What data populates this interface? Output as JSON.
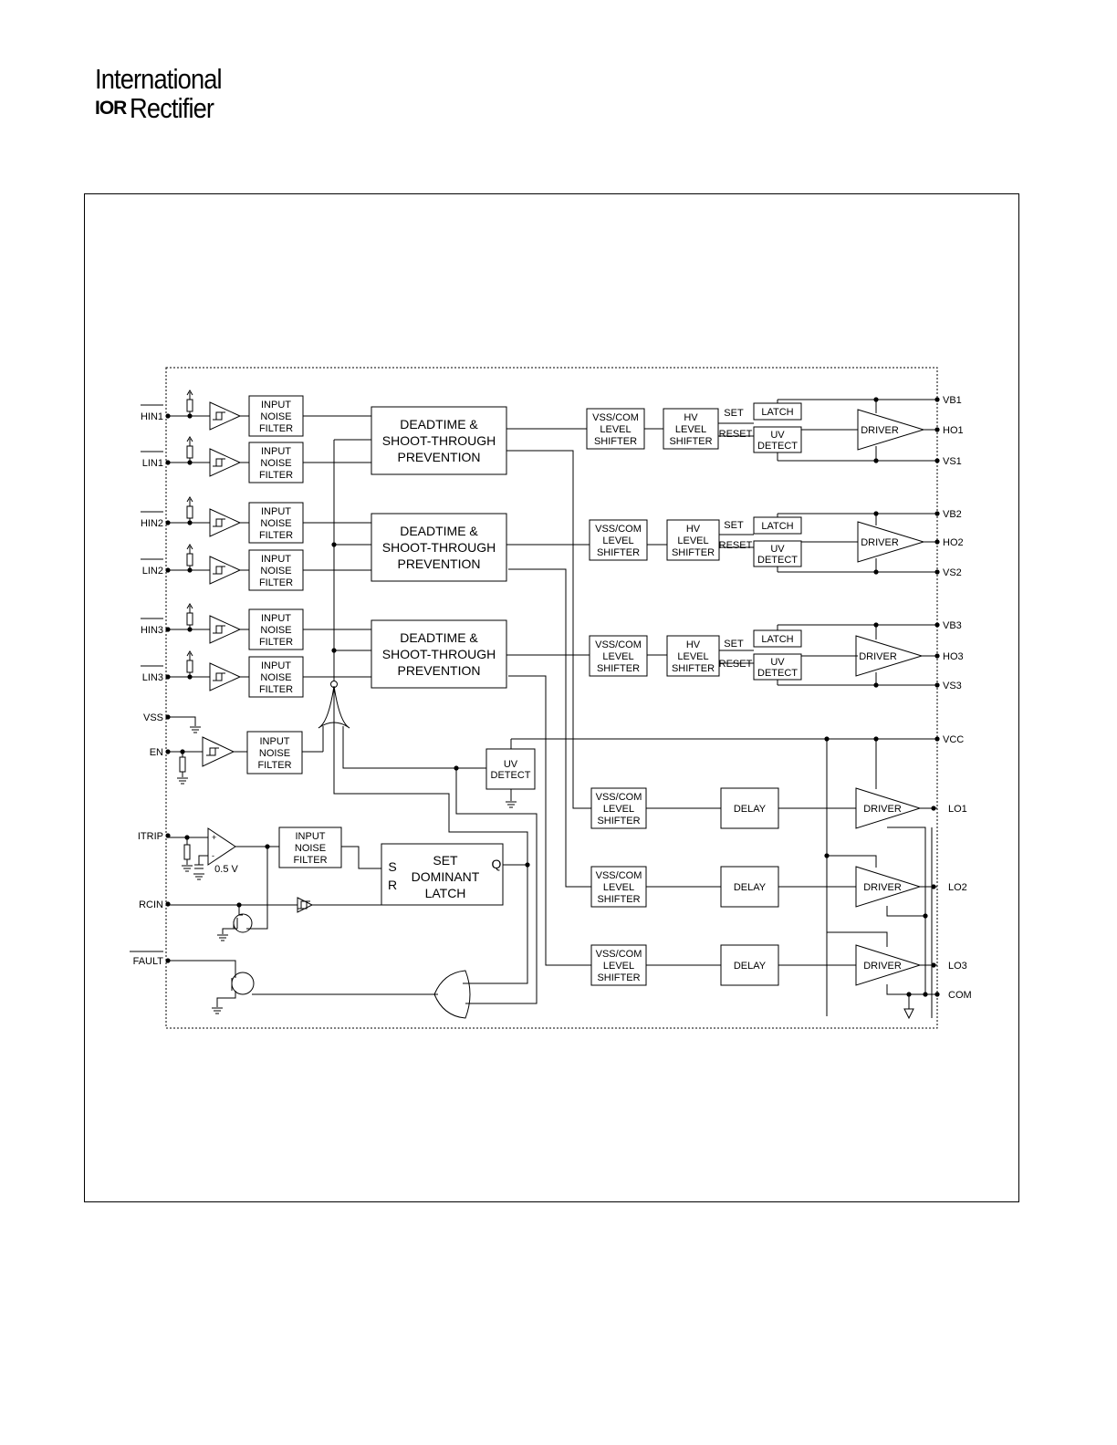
{
  "header": {
    "logo_line1": "International",
    "logo_mark": "IOR",
    "logo_line2": "Rectifier"
  },
  "diagram": {
    "blocks": {
      "input_noise_filter": [
        "INPUT",
        "NOISE",
        "FILTER"
      ],
      "deadtime": [
        "DEADTIME &",
        "SHOOT-THROUGH",
        "PREVENTION"
      ],
      "vss_com_level_shifter": [
        "VSS/COM",
        "LEVEL",
        "SHIFTER"
      ],
      "hv_level_shifter": [
        "HV",
        "LEVEL",
        "SHIFTER"
      ],
      "latch": "LATCH",
      "uv_detect": [
        "UV",
        "DETECT"
      ],
      "driver": "DRIVER",
      "delay": "DELAY",
      "set_dominant_latch": [
        "SET",
        "DOMINANT",
        "LATCH"
      ],
      "latch_s": "S",
      "latch_r": "R",
      "latch_q": "Q",
      "set": "SET",
      "reset": "RESET",
      "ref_voltage": "0.5 V"
    },
    "pins_left": {
      "hin1": "HIN1",
      "lin1": "LIN1",
      "hin2": "HIN2",
      "lin2": "LIN2",
      "hin3": "HIN3",
      "lin3": "LIN3",
      "vss": "VSS",
      "en": "EN",
      "itrip": "ITRIP",
      "rcin": "RCIN",
      "fault": "FAULT"
    },
    "pins_right": {
      "vb1": "VB1",
      "ho1": "HO1",
      "vs1": "VS1",
      "vb2": "VB2",
      "ho2": "HO2",
      "vs2": "VS2",
      "vb3": "VB3",
      "ho3": "HO3",
      "vs3": "VS3",
      "vcc": "VCC",
      "lo1": "LO1",
      "lo2": "LO2",
      "lo3": "LO3",
      "com": "COM"
    }
  }
}
